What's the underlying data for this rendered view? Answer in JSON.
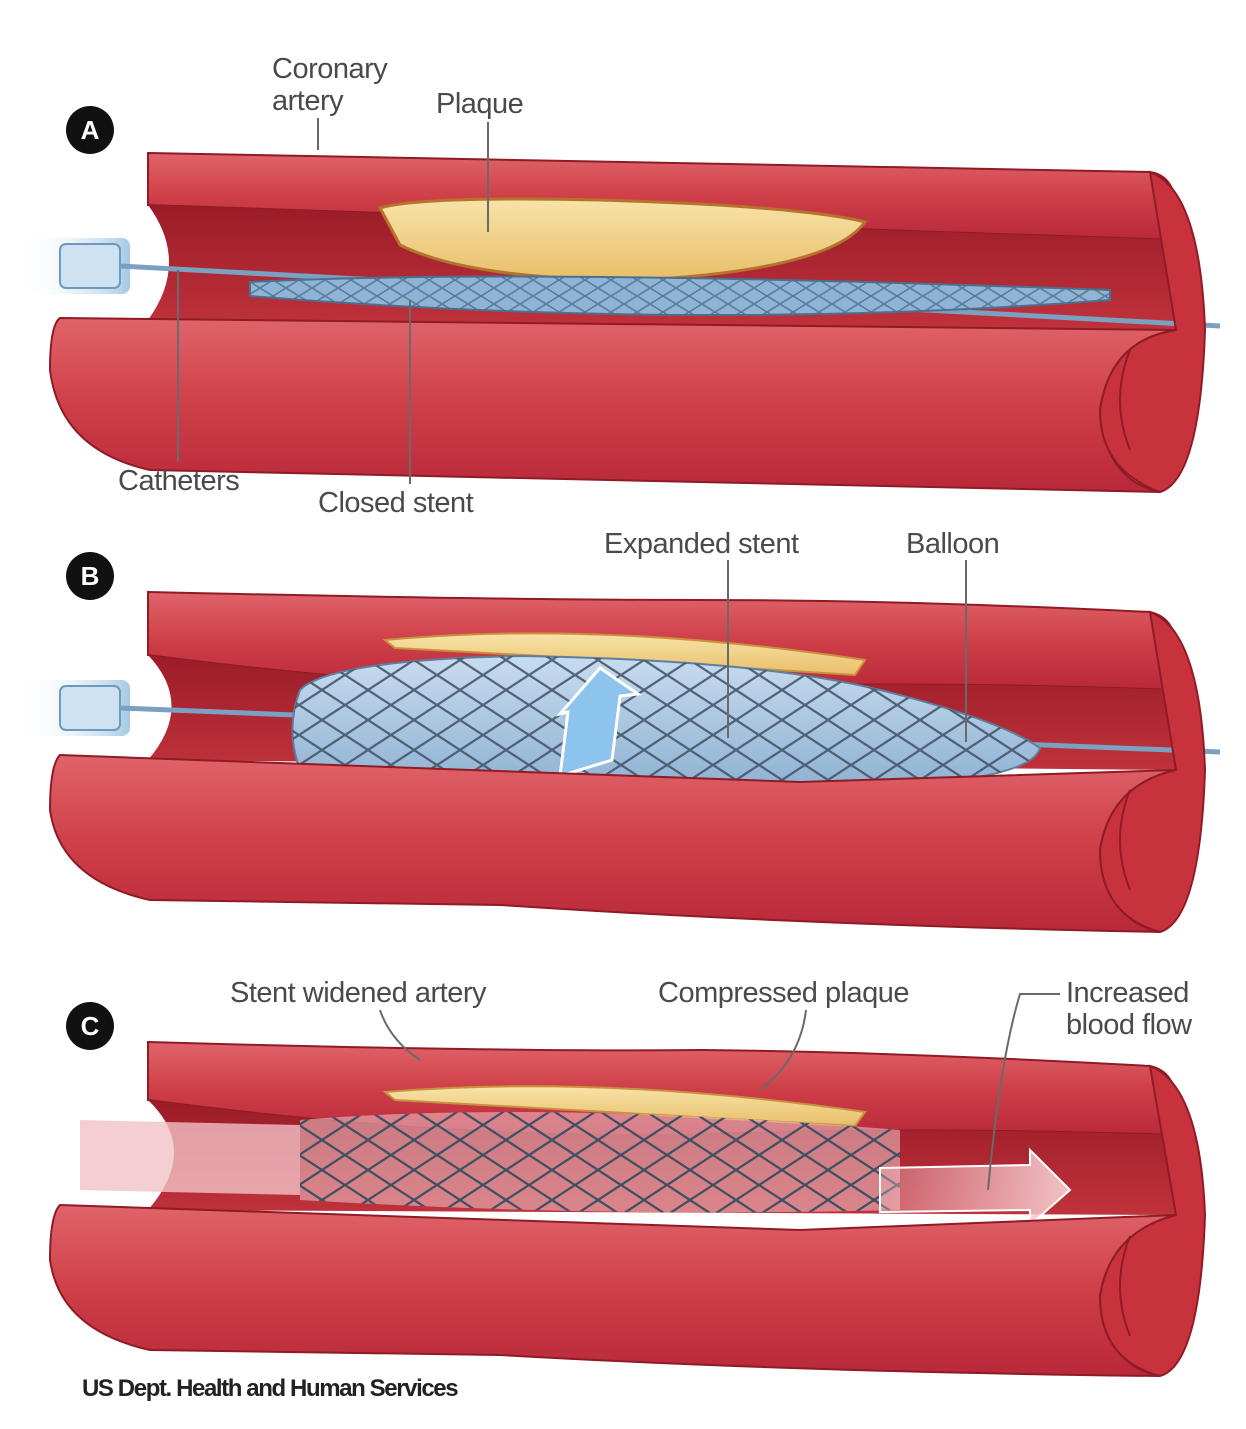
{
  "panels": [
    {
      "letter": "A",
      "labels": {
        "coronary_artery_line1": "Coronary",
        "coronary_artery_line2": "artery",
        "plaque": "Plaque",
        "catheters": "Catheters",
        "closed_stent": "Closed stent"
      }
    },
    {
      "letter": "B",
      "labels": {
        "expanded_stent": "Expanded stent",
        "balloon": "Balloon"
      }
    },
    {
      "letter": "C",
      "labels": {
        "stent_widened_artery": "Stent widened artery",
        "compressed_plaque": "Compressed plaque",
        "increased_blood_flow_line1": "Increased",
        "increased_blood_flow_line2": "blood flow"
      }
    }
  ],
  "credit": "US Dept. Health and Human Services",
  "colors": {
    "artery_wall": "#c8323c",
    "artery_outer": "#d9545a",
    "artery_lumen": "#a8222c",
    "plaque": "#f2d48a",
    "stent": "#7fa8c8",
    "balloon": "#a9c8e4",
    "catheter": "#9ec4e0",
    "blood_flow_arrow": "#f0b8bc"
  },
  "icons": [
    "badge-a-icon",
    "badge-b-icon",
    "badge-c-icon",
    "expansion-arrow-icon",
    "blood-flow-arrow-icon"
  ]
}
